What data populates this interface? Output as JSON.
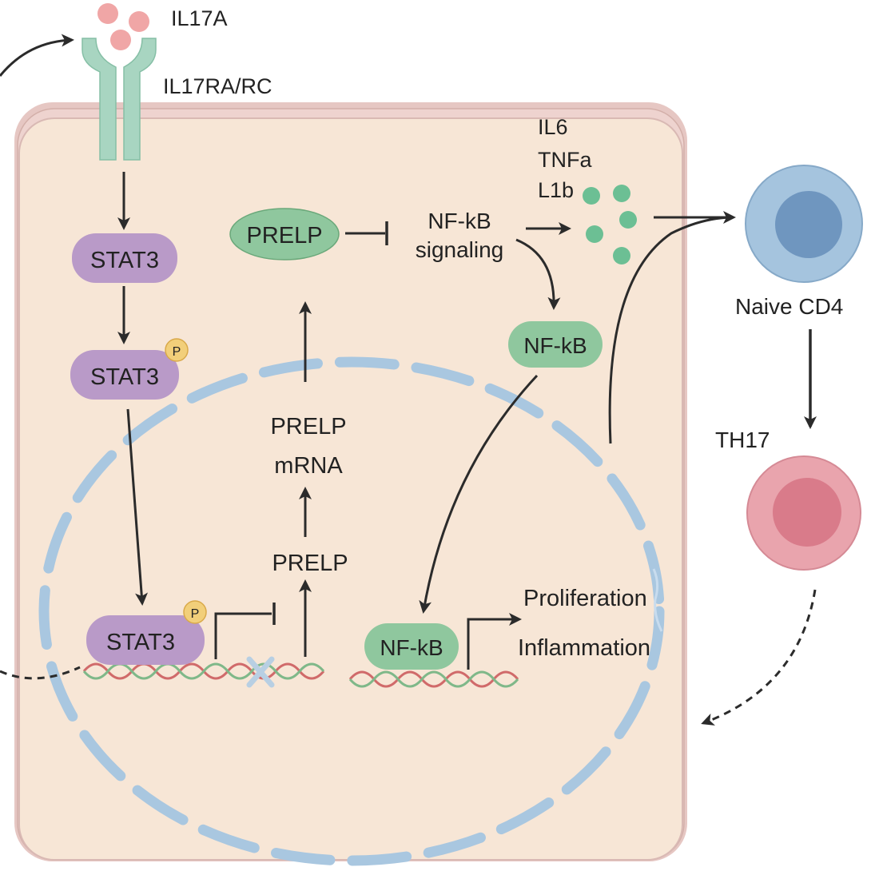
{
  "labels": {
    "il17a": "IL17A",
    "receptor": "IL17RA/RC",
    "il6": "IL6",
    "tnfa": "TNFa",
    "l1b": "L1b",
    "prelp_protein": "PRELP",
    "nfkb_signaling_1": "NF-kB",
    "nfkb_signaling_2": "signaling",
    "stat3_1": "STAT3",
    "stat3_2": "STAT3",
    "stat3_3": "STAT3",
    "phospho": "P",
    "nfkb_cyto": "NF-kB",
    "nfkb_nucleus": "NF-kB",
    "prelp_mrna_1": "PRELP",
    "prelp_mrna_2": "mRNA",
    "prelp_gene": "PRELP",
    "proliferation": "Proliferation",
    "inflammation": "Inflammation",
    "naive_cd4": "Naive CD4",
    "th17": "TH17"
  },
  "colors": {
    "cell_fill": "#f7e6d6",
    "cell_border": "#d9b9b4",
    "membrane": "#e6c7c3",
    "stat3": "#b99ac8",
    "nfkb": "#8fc79e",
    "prelp": "#8fc79e",
    "cytokine_dots": "#6cbf94",
    "il17a_dots": "#f0a6a6",
    "receptor": "#a8d5c1",
    "phospho_badge": "#f2cf7a",
    "nucleus_dash": "#a9c7e0",
    "naive_outer": "#a5c4de",
    "naive_inner": "#6f96bf",
    "th17_outer": "#e9a4ad",
    "th17_inner": "#d97b8a",
    "arrow": "#2b2b2b"
  }
}
